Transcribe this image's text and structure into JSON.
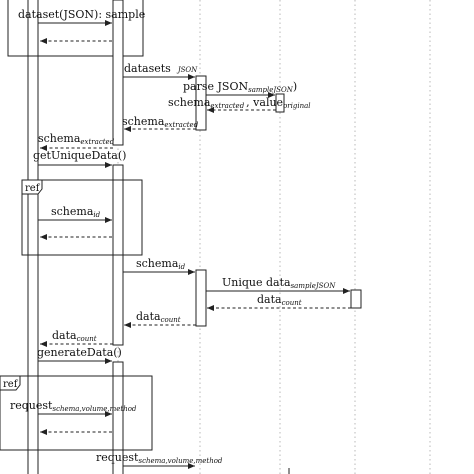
{
  "messages": [
    {
      "id": "m1",
      "main": "dataset(JSON): sample",
      "sub": ""
    },
    {
      "id": "m3",
      "main": "datasets",
      "sub": "JSON"
    },
    {
      "id": "m4",
      "main": "parse JSON",
      "sub": "sampleJSON",
      "tail": ")"
    },
    {
      "id": "m5a",
      "main": "schema",
      "sub": "extracted"
    },
    {
      "id": "m5b",
      "main": ", value",
      "sub": "original"
    },
    {
      "id": "m6",
      "main": "schema",
      "sub": "extracted"
    },
    {
      "id": "m7",
      "main": "schema",
      "sub": "extracted"
    },
    {
      "id": "m8",
      "main": "getUniqueData()",
      "sub": ""
    },
    {
      "id": "m9",
      "main": "schema",
      "sub": "id"
    },
    {
      "id": "m11",
      "main": "schema",
      "sub": "id"
    },
    {
      "id": "m12",
      "main": "Unique data",
      "sub": "sampleJSON"
    },
    {
      "id": "m13",
      "main": "data",
      "sub": "count"
    },
    {
      "id": "m14",
      "main": "data",
      "sub": "count"
    },
    {
      "id": "m15",
      "main": "data",
      "sub": "count"
    },
    {
      "id": "m16",
      "main": "generateData()",
      "sub": ""
    },
    {
      "id": "m17",
      "main": "request",
      "sub": "schema,volume,method"
    },
    {
      "id": "m19",
      "main": "request",
      "sub": "schema,volume,method"
    }
  ],
  "ref_label": "ref"
}
